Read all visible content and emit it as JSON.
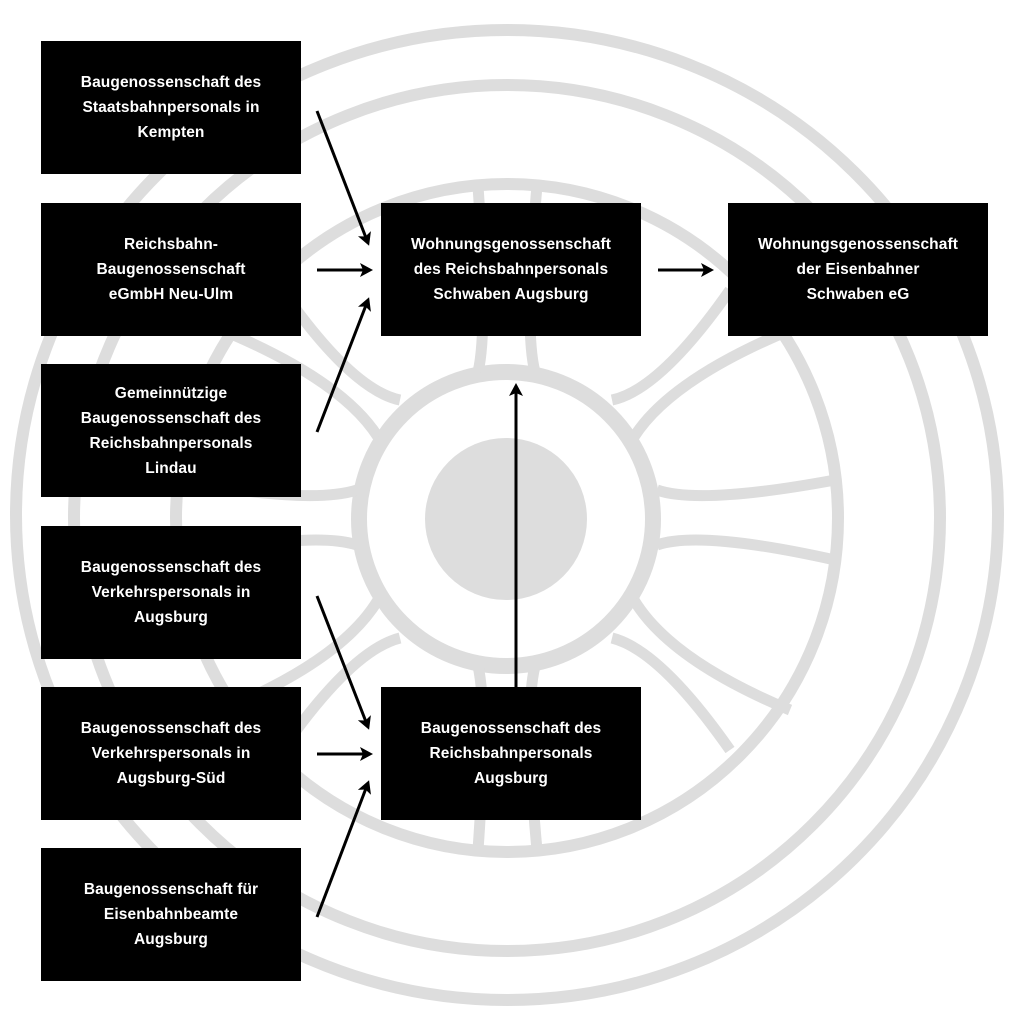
{
  "colors": {
    "box_fill": "#000000",
    "box_text": "#ffffff",
    "arrow": "#000000",
    "wheel": "#dddddd",
    "background": "#ffffff"
  },
  "background_graphic": {
    "icon": "train-wheel-icon"
  },
  "nodes": {
    "kempten": {
      "label": "Baugenossenschaft des\nStaatsbahnpersonals in\nKempten"
    },
    "neuulm": {
      "label": "Reichsbahn-\nBaugenossenschaft\neGmbH Neu-Ulm"
    },
    "lindau": {
      "label": "Gemeinnützige\nBaugenossenschaft des\nReichsbahnpersonals\nLindau"
    },
    "verkehr": {
      "label": "Baugenossenschaft des\nVerkehrspersonals in\nAugsburg"
    },
    "sued": {
      "label": "Baugenossenschaft des\nVerkehrspersonals in\nAugsburg-Süd"
    },
    "beamte": {
      "label": "Baugenossenschaft für\nEisenbahnbeamte\nAugsburg"
    },
    "schwaben": {
      "label": "Wohnungsgenossenschaft\ndes Reichsbahnpersonals\nSchwaben Augsburg"
    },
    "augsburg": {
      "label": "Baugenossenschaft des\nReichsbahnpersonals\nAugsburg"
    },
    "eg": {
      "label": "Wohnungsgenossenschaft\nder Eisenbahner\nSchwaben eG"
    }
  },
  "edges": [
    {
      "from": "kempten",
      "to": "schwaben"
    },
    {
      "from": "neuulm",
      "to": "schwaben"
    },
    {
      "from": "lindau",
      "to": "schwaben"
    },
    {
      "from": "verkehr",
      "to": "augsburg"
    },
    {
      "from": "sued",
      "to": "augsburg"
    },
    {
      "from": "beamte",
      "to": "augsburg"
    },
    {
      "from": "augsburg",
      "to": "schwaben"
    },
    {
      "from": "schwaben",
      "to": "eg"
    }
  ]
}
